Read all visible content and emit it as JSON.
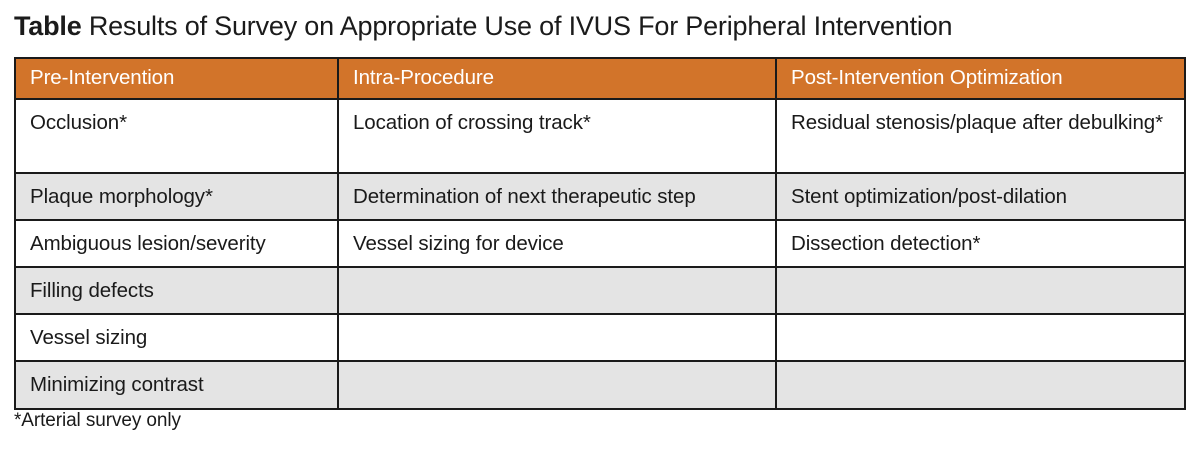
{
  "title": {
    "label": "Table",
    "text": " Results of Survey on Appropriate Use of IVUS For Peripheral Intervention"
  },
  "colors": {
    "header_background": "#d2742a",
    "header_text": "#ffffff",
    "row_shade": "#e4e4e4",
    "row_plain": "#ffffff",
    "border": "#1a1a1a",
    "body_text": "#1a1a1a"
  },
  "table": {
    "columns": [
      "Pre-Intervention",
      "Intra-Procedure",
      "Post-Intervention Optimization"
    ],
    "rows": [
      {
        "shaded": false,
        "tall": true,
        "cells": [
          "Occlusion*",
          "Location of crossing track*",
          "Residual stenosis/plaque after debulking*"
        ]
      },
      {
        "shaded": true,
        "tall": false,
        "cells": [
          "Plaque morphology*",
          "Determination of next therapeutic step",
          "Stent optimization/post-dilation"
        ]
      },
      {
        "shaded": false,
        "tall": false,
        "cells": [
          "Ambiguous lesion/severity",
          "Vessel sizing for device",
          "Dissection detection*"
        ]
      },
      {
        "shaded": true,
        "tall": false,
        "cells": [
          "Filling defects",
          "",
          ""
        ]
      },
      {
        "shaded": false,
        "tall": false,
        "cells": [
          "Vessel sizing",
          "",
          ""
        ]
      },
      {
        "shaded": true,
        "tall": false,
        "cells": [
          "Minimizing contrast",
          "",
          ""
        ]
      }
    ]
  },
  "footnote": "*Arterial survey only"
}
